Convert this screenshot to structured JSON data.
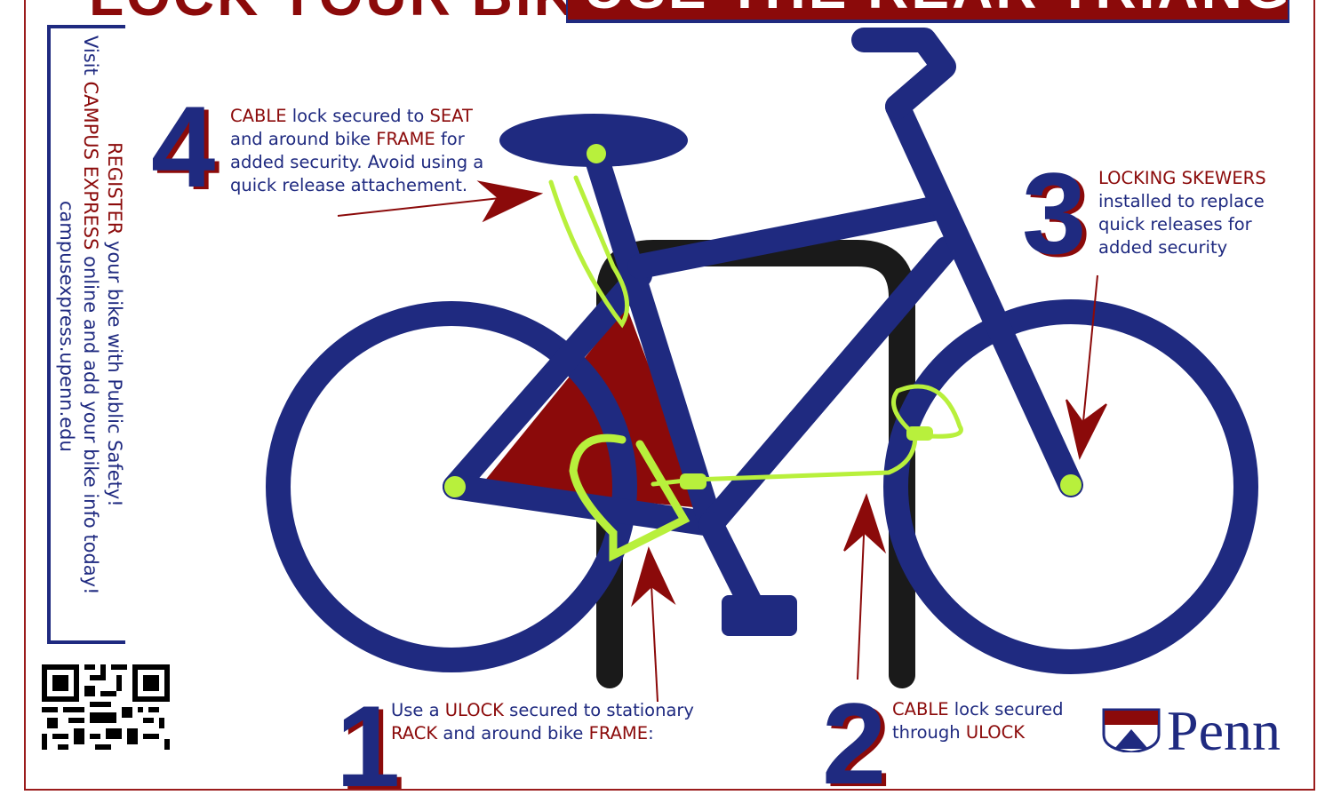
{
  "title": {
    "left": "LOCK YOUR BIKE!",
    "right": "USE THE REAR TRIANGLE!"
  },
  "sidebar": {
    "lines": [
      [
        {
          "t": "REGISTER",
          "hl": true
        },
        {
          "t": " your bike with Public Safety!",
          "hl": false
        }
      ],
      [
        {
          "t": "Visit ",
          "hl": false
        },
        {
          "t": "CAMPUS EXPRESS",
          "hl": true
        },
        {
          "t": " online and add your bike info today!",
          "hl": false
        }
      ],
      [
        {
          "t": "campusexpress.upenn.edu",
          "hl": false
        }
      ]
    ]
  },
  "callouts": {
    "c4": {
      "number": "4",
      "lines": [
        [
          {
            "t": "CABLE",
            "hl": true
          },
          {
            "t": " lock secured to ",
            "hl": false
          },
          {
            "t": "SEAT",
            "hl": true
          }
        ],
        [
          {
            "t": "and around bike ",
            "hl": false
          },
          {
            "t": "FRAME",
            "hl": true
          },
          {
            "t": " for",
            "hl": false
          }
        ],
        [
          {
            "t": "added security. Avoid using a",
            "hl": false
          }
        ],
        [
          {
            "t": "quick release attachement.",
            "hl": false
          }
        ]
      ]
    },
    "c3": {
      "number": "3",
      "lines": [
        [
          {
            "t": "LOCKING SKEWERS",
            "hl": true
          }
        ],
        [
          {
            "t": "installed to replace",
            "hl": false
          }
        ],
        [
          {
            "t": "quick releases for",
            "hl": false
          }
        ],
        [
          {
            "t": "added security",
            "hl": false
          }
        ]
      ]
    },
    "c1": {
      "number": "1",
      "lines": [
        [
          {
            "t": "Use a ",
            "hl": false
          },
          {
            "t": "ULOCK",
            "hl": true
          },
          {
            "t": " secured to stationary",
            "hl": false
          }
        ],
        [
          {
            "t": "RACK",
            "hl": true
          },
          {
            "t": " and around bike ",
            "hl": false
          },
          {
            "t": "FRAME",
            "hl": true
          },
          {
            "t": ":",
            "hl": false
          }
        ]
      ]
    },
    "c2": {
      "number": "2",
      "lines": [
        [
          {
            "t": "CABLE",
            "hl": true
          },
          {
            "t": " lock secured",
            "hl": false
          }
        ],
        [
          {
            "t": "through ",
            "hl": false
          },
          {
            "t": "ULOCK",
            "hl": true
          }
        ]
      ]
    }
  },
  "logo": {
    "text": "Penn"
  },
  "colors": {
    "navy": "#1f2a80",
    "red": "#8b0a0a",
    "lime": "#b8f03c",
    "rack": "#1a1a1a"
  }
}
